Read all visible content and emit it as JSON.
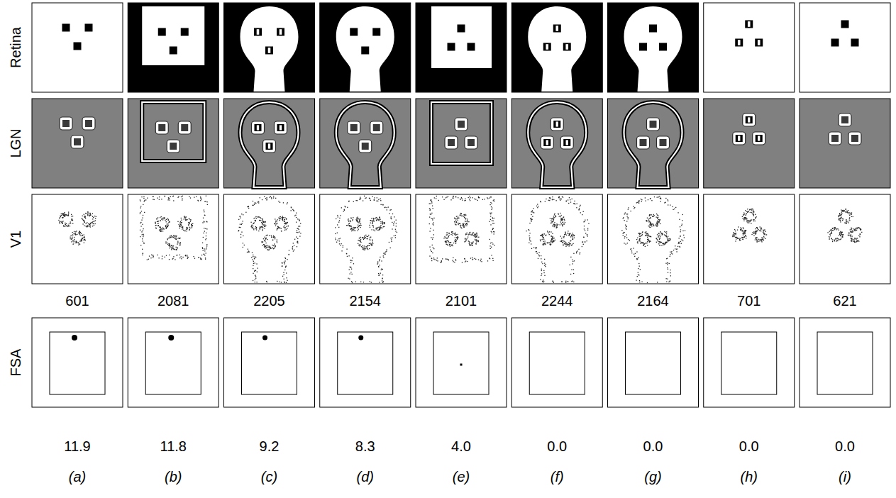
{
  "diagram": {
    "labels": [
      "Retina",
      "LGN",
      "V1",
      "601",
      "2081",
      "2205",
      "2154",
      "2101",
      "2244",
      "2164",
      "701",
      "621",
      "FSA",
      "11.9",
      "11.8",
      "9.2",
      "8.3",
      "4.0",
      "0.0",
      "0.0",
      "0.0",
      "0.0",
      "(a)",
      "(b)",
      "(c)",
      "(d)",
      "(e)",
      "(f)",
      "(g)",
      "(h)",
      "(i)"
    ]
  }
}
